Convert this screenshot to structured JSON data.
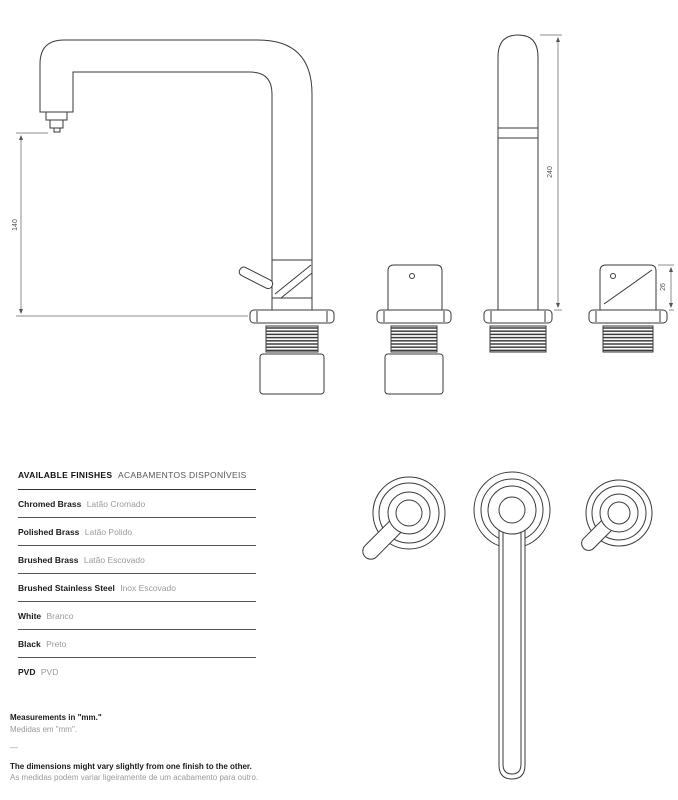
{
  "dimensions": {
    "spout_height": "140",
    "total_height": "240",
    "handle_height": "26"
  },
  "finishes": {
    "header_en": "AVAILABLE FINISHES",
    "header_pt": "ACABAMENTOS DISPONÍVEIS",
    "items": [
      {
        "en": "Chromed Brass",
        "pt": "Latão Cromado"
      },
      {
        "en": "Polished Brass",
        "pt": "Latão Polido"
      },
      {
        "en": "Brushed Brass",
        "pt": "Latão Escovado"
      },
      {
        "en": "Brushed Stainless Steel",
        "pt": "Inox Escovado"
      },
      {
        "en": "White",
        "pt": "Branco"
      },
      {
        "en": "Black",
        "pt": "Preto"
      },
      {
        "en": "PVD",
        "pt": "PVD"
      }
    ]
  },
  "notes": {
    "measurements_en": "Measurements in \"mm.\"",
    "measurements_pt": "Medidas em \"mm\".",
    "divider": "—",
    "dimensions_en": "The dimensions might vary slightly from one finish to the other.",
    "dimensions_pt": "As medidas podem variar ligeiramente de um acabamento para outro."
  }
}
